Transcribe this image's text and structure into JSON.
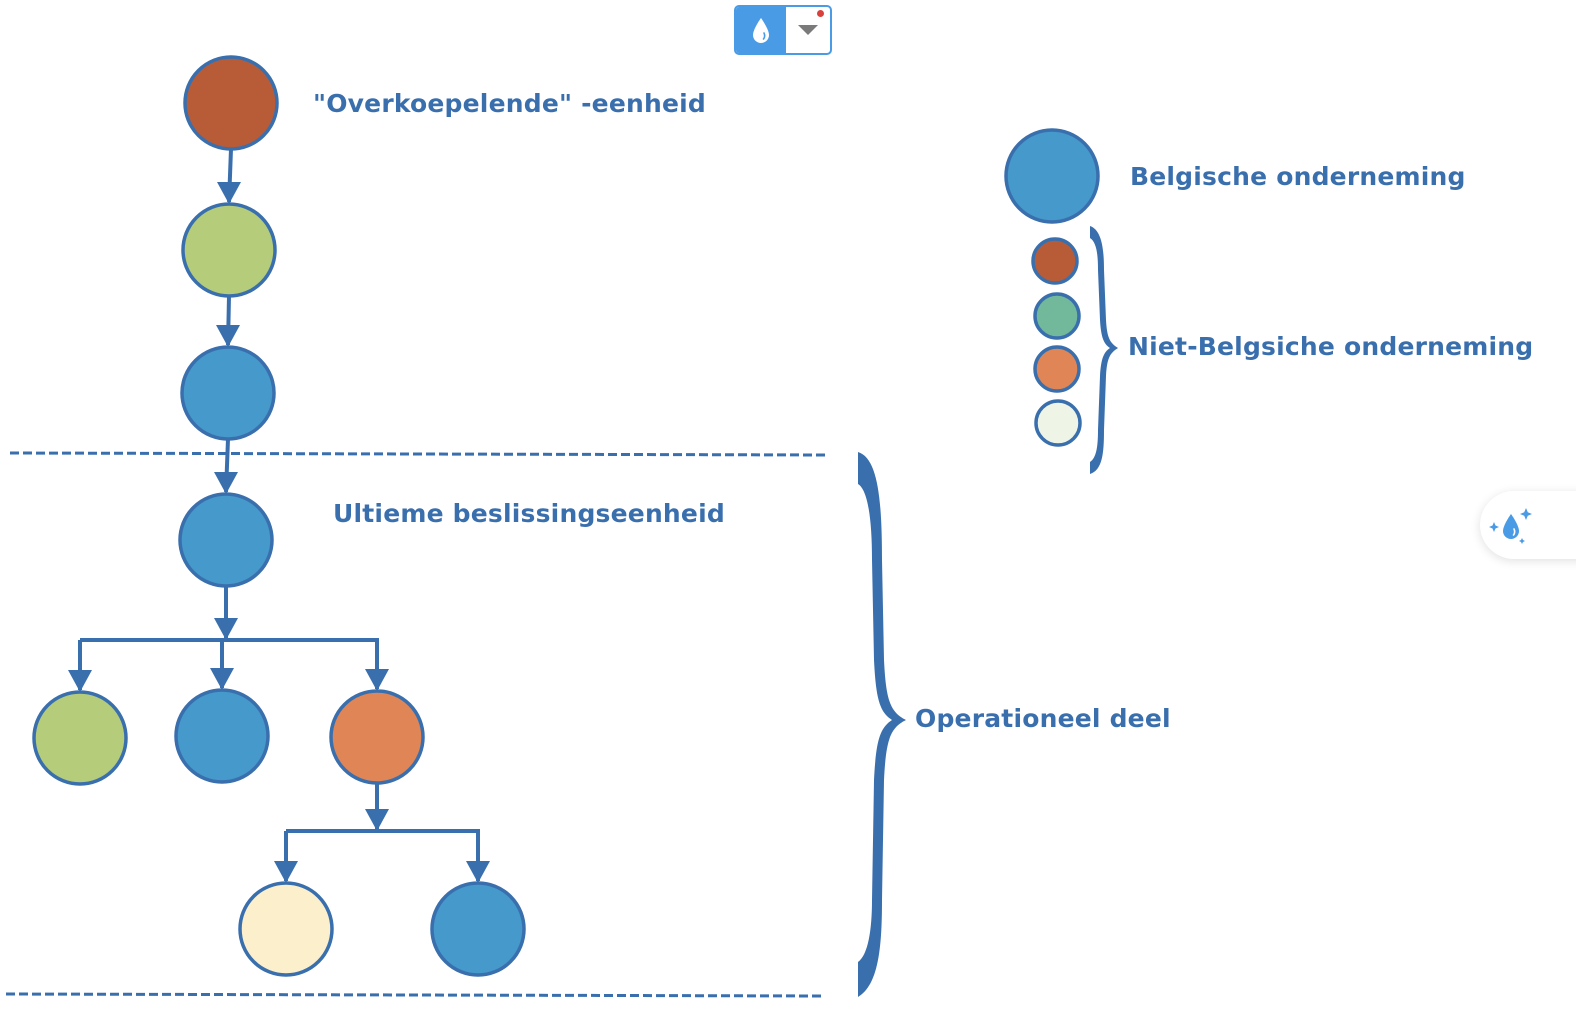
{
  "colors": {
    "stroke": "#3a6fae",
    "belgian": "#4599cb",
    "rust": "#b85c38",
    "lime": "#b5cc7b",
    "teal": "#72b89a",
    "orange": "#df8556",
    "pale_green": "#eff5e6",
    "cream": "#fcf0cc",
    "label": "#3a6fae",
    "toolbar_accent": "#4a9be6",
    "notification": "#d9413a"
  },
  "labels": {
    "top_unit": "\"Overkoepelende\" -eenheid",
    "ultimate_unit": "Ultieme beslissingseenheid",
    "operational": "Operationeel deel",
    "legend_belgian": "Belgische onderneming",
    "legend_non_belgian": "Niet-Belgsiche onderneming"
  },
  "toolbar": {
    "primary_icon": "water-drop-icon",
    "menu_icon": "caret-down-icon",
    "has_notification": true
  },
  "side_widget": {
    "icon": "sparkle-drop-icon"
  },
  "nodes": [
    {
      "id": "top",
      "role": "Overkoepelende eenheid",
      "color": "rust"
    },
    {
      "id": "mid1",
      "role": "intermediate",
      "color": "lime"
    },
    {
      "id": "mid2",
      "role": "intermediate",
      "color": "belgian"
    },
    {
      "id": "ultimate",
      "role": "Ultieme beslissingseenheid",
      "color": "belgian"
    },
    {
      "id": "op1",
      "role": "operational",
      "color": "lime"
    },
    {
      "id": "op2",
      "role": "operational",
      "color": "belgian"
    },
    {
      "id": "op3",
      "role": "operational",
      "color": "orange"
    },
    {
      "id": "op4",
      "role": "operational",
      "color": "cream"
    },
    {
      "id": "op5",
      "role": "operational",
      "color": "belgian"
    }
  ],
  "edges": [
    [
      "top",
      "mid1"
    ],
    [
      "mid1",
      "mid2"
    ],
    [
      "mid2",
      "ultimate"
    ],
    [
      "ultimate",
      "op1"
    ],
    [
      "ultimate",
      "op2"
    ],
    [
      "ultimate",
      "op3"
    ],
    [
      "op3",
      "op4"
    ],
    [
      "op3",
      "op5"
    ]
  ],
  "legend": {
    "belgian": {
      "color": "belgian"
    },
    "non_belgian": [
      {
        "color": "rust"
      },
      {
        "color": "teal"
      },
      {
        "color": "orange"
      },
      {
        "color": "pale_green"
      }
    ]
  }
}
